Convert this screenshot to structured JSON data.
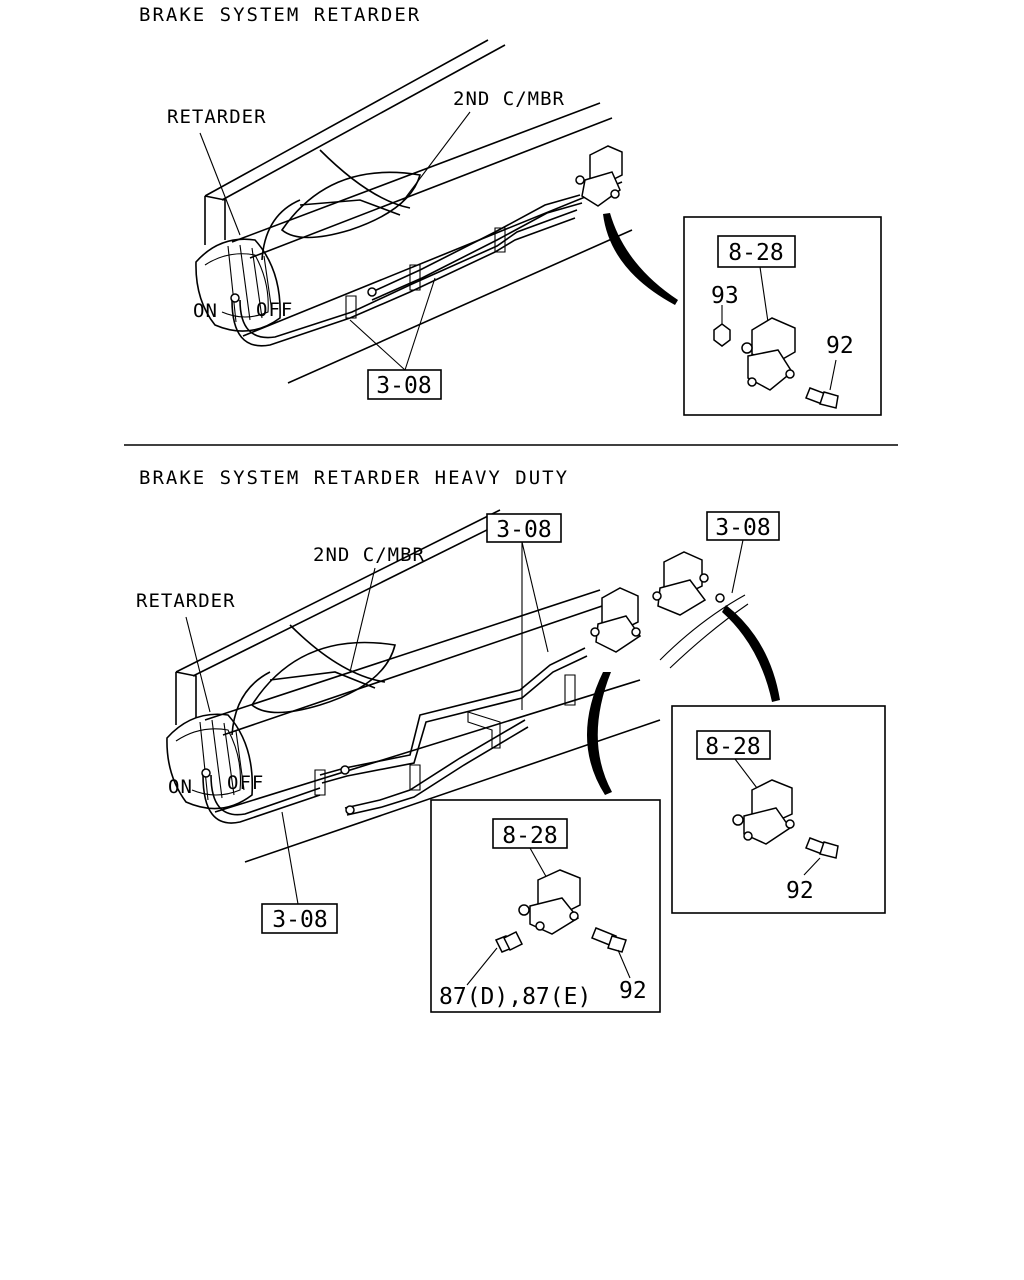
{
  "top": {
    "title": "BRAKE SYSTEM RETARDER",
    "labels": {
      "retarder": "RETARDER",
      "chamber": "2ND C/MBR",
      "on": "ON",
      "off": "OFF"
    },
    "refs": {
      "pipe": "3-08",
      "valve": "8-28"
    },
    "parts": {
      "nut": "93",
      "bolt": "92"
    }
  },
  "bottom": {
    "title": "BRAKE SYSTEM RETARDER HEAVY DUTY",
    "labels": {
      "retarder": "RETARDER",
      "chamber": "2ND C/MBR",
      "on": "ON",
      "off": "OFF"
    },
    "refs": {
      "pipe_a": "3-08",
      "pipe_b": "3-08",
      "pipe_c": "3-08",
      "valve_a": "8-28",
      "valve_b": "8-28"
    },
    "parts": {
      "fitting": "87(D),87(E)",
      "bolt_a": "92",
      "bolt_b": "92"
    }
  }
}
